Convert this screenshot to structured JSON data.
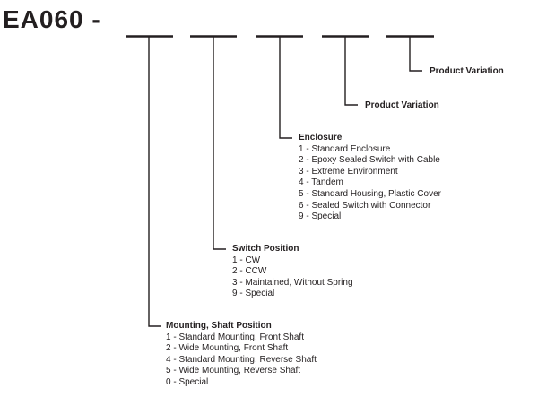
{
  "model": "EA060 -",
  "groups": [
    {
      "title": "Product Variation",
      "options": []
    },
    {
      "title": "Product Variation",
      "options": []
    },
    {
      "title": "Enclosure",
      "options": [
        "1 - Standard Enclosure",
        "2 - Epoxy Sealed Switch with Cable",
        "3 - Extreme Environment",
        "4 - Tandem",
        "5 - Standard Housing, Plastic Cover",
        "6 - Sealed Switch with Connector",
        "9 - Special"
      ]
    },
    {
      "title": "Switch Position",
      "options": [
        "1 - CW",
        "2 - CCW",
        "3 - Maintained, Without Spring",
        "9 - Special"
      ]
    },
    {
      "title": "Mounting, Shaft Position",
      "options": [
        "1 - Standard Mounting, Front Shaft",
        "2 - Wide Mounting, Front Shaft",
        "4 - Standard Mounting, Reverse Shaft",
        "5 - Wide Mounting, Reverse Shaft",
        "0 - Special"
      ]
    }
  ]
}
